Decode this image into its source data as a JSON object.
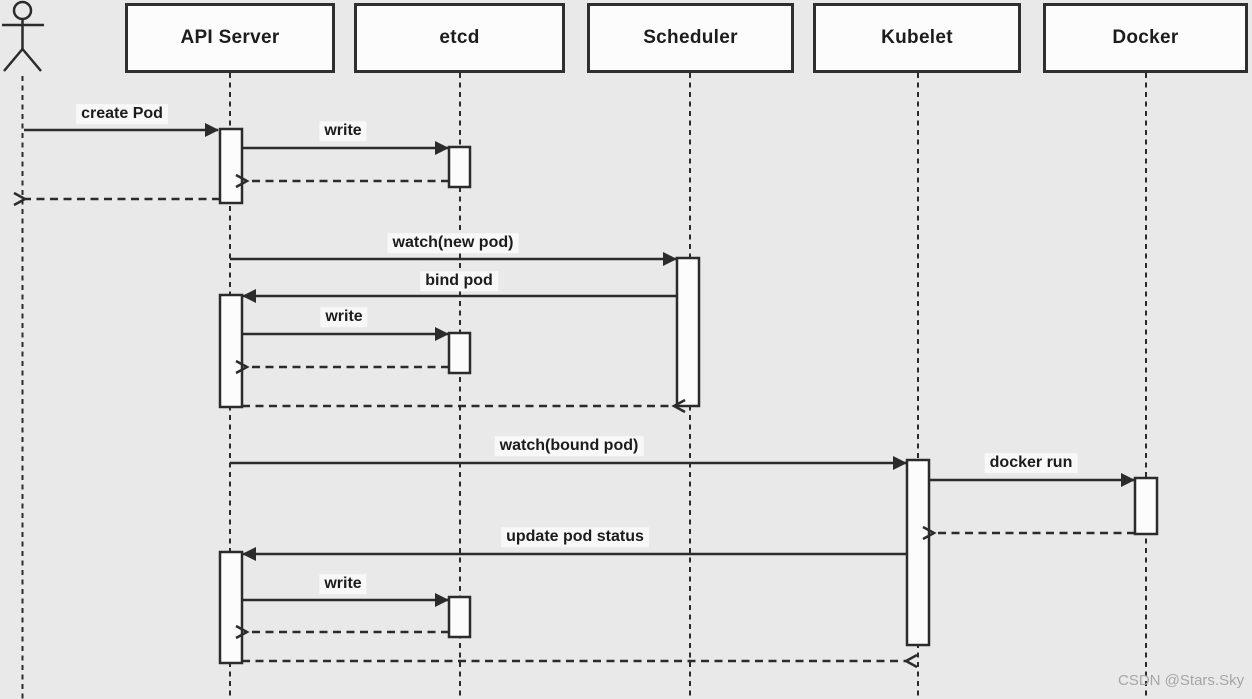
{
  "diagram": {
    "type": "uml-sequence",
    "participants": [
      {
        "id": "user",
        "kind": "actor",
        "name": ""
      },
      {
        "id": "api-server",
        "kind": "object",
        "name": "API Server"
      },
      {
        "id": "etcd",
        "kind": "object",
        "name": "etcd"
      },
      {
        "id": "scheduler",
        "kind": "object",
        "name": "Scheduler"
      },
      {
        "id": "kubelet",
        "kind": "object",
        "name": "Kubelet"
      },
      {
        "id": "docker",
        "kind": "object",
        "name": "Docker"
      }
    ],
    "messages": [
      {
        "from": "user",
        "to": "api-server",
        "label": "create Pod",
        "type": "call"
      },
      {
        "from": "api-server",
        "to": "etcd",
        "label": "write",
        "type": "call"
      },
      {
        "from": "etcd",
        "to": "api-server",
        "label": "",
        "type": "return"
      },
      {
        "from": "api-server",
        "to": "user",
        "label": "",
        "type": "return"
      },
      {
        "from": "api-server",
        "to": "scheduler",
        "label": "watch(new pod)",
        "type": "call"
      },
      {
        "from": "scheduler",
        "to": "api-server",
        "label": "bind pod",
        "type": "call"
      },
      {
        "from": "api-server",
        "to": "etcd",
        "label": "write",
        "type": "call"
      },
      {
        "from": "etcd",
        "to": "api-server",
        "label": "",
        "type": "return"
      },
      {
        "from": "api-server",
        "to": "scheduler",
        "label": "",
        "type": "return"
      },
      {
        "from": "api-server",
        "to": "kubelet",
        "label": "watch(bound pod)",
        "type": "call"
      },
      {
        "from": "kubelet",
        "to": "docker",
        "label": "docker run",
        "type": "call"
      },
      {
        "from": "docker",
        "to": "kubelet",
        "label": "",
        "type": "return"
      },
      {
        "from": "kubelet",
        "to": "api-server",
        "label": "update pod status",
        "type": "call"
      },
      {
        "from": "api-server",
        "to": "etcd",
        "label": "write",
        "type": "call"
      },
      {
        "from": "etcd",
        "to": "api-server",
        "label": "",
        "type": "return"
      },
      {
        "from": "api-server",
        "to": "kubelet",
        "label": "",
        "type": "return"
      }
    ],
    "colors": {
      "background": "#e9e9e9",
      "line": "#2b2b2b",
      "box_fill": "#fcfcfc",
      "label_bg": "#f8f8f8",
      "watermark": "#a6a6a6"
    }
  },
  "watermark": {
    "text": "CSDN @Stars.Sky"
  }
}
